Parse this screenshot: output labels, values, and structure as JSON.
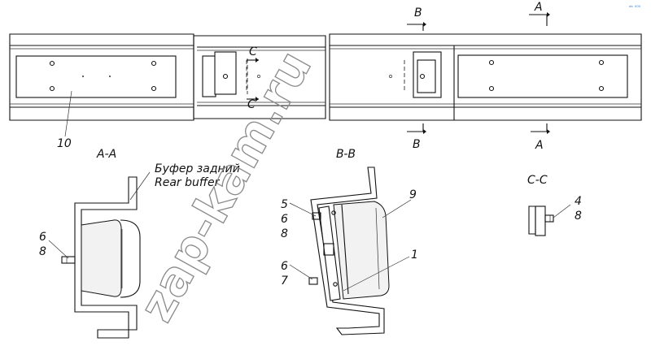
{
  "section_labels": {
    "aa": "A-A",
    "bb": "B-B",
    "cc": "C-C",
    "a": "A",
    "b": "B",
    "c": "C"
  },
  "notes": {
    "buffer_ru": "Буфер задний",
    "buffer_en": "Rear buffer"
  },
  "callouts": {
    "n10": "10",
    "n9": "9",
    "n1": "1",
    "n4": "4",
    "n5": "5",
    "n6": "6",
    "n7": "7",
    "n8": "8"
  },
  "watermark": "zap-kam.ru",
  "corner_mark": "ᵃᵇ ⁰⁰⁰"
}
